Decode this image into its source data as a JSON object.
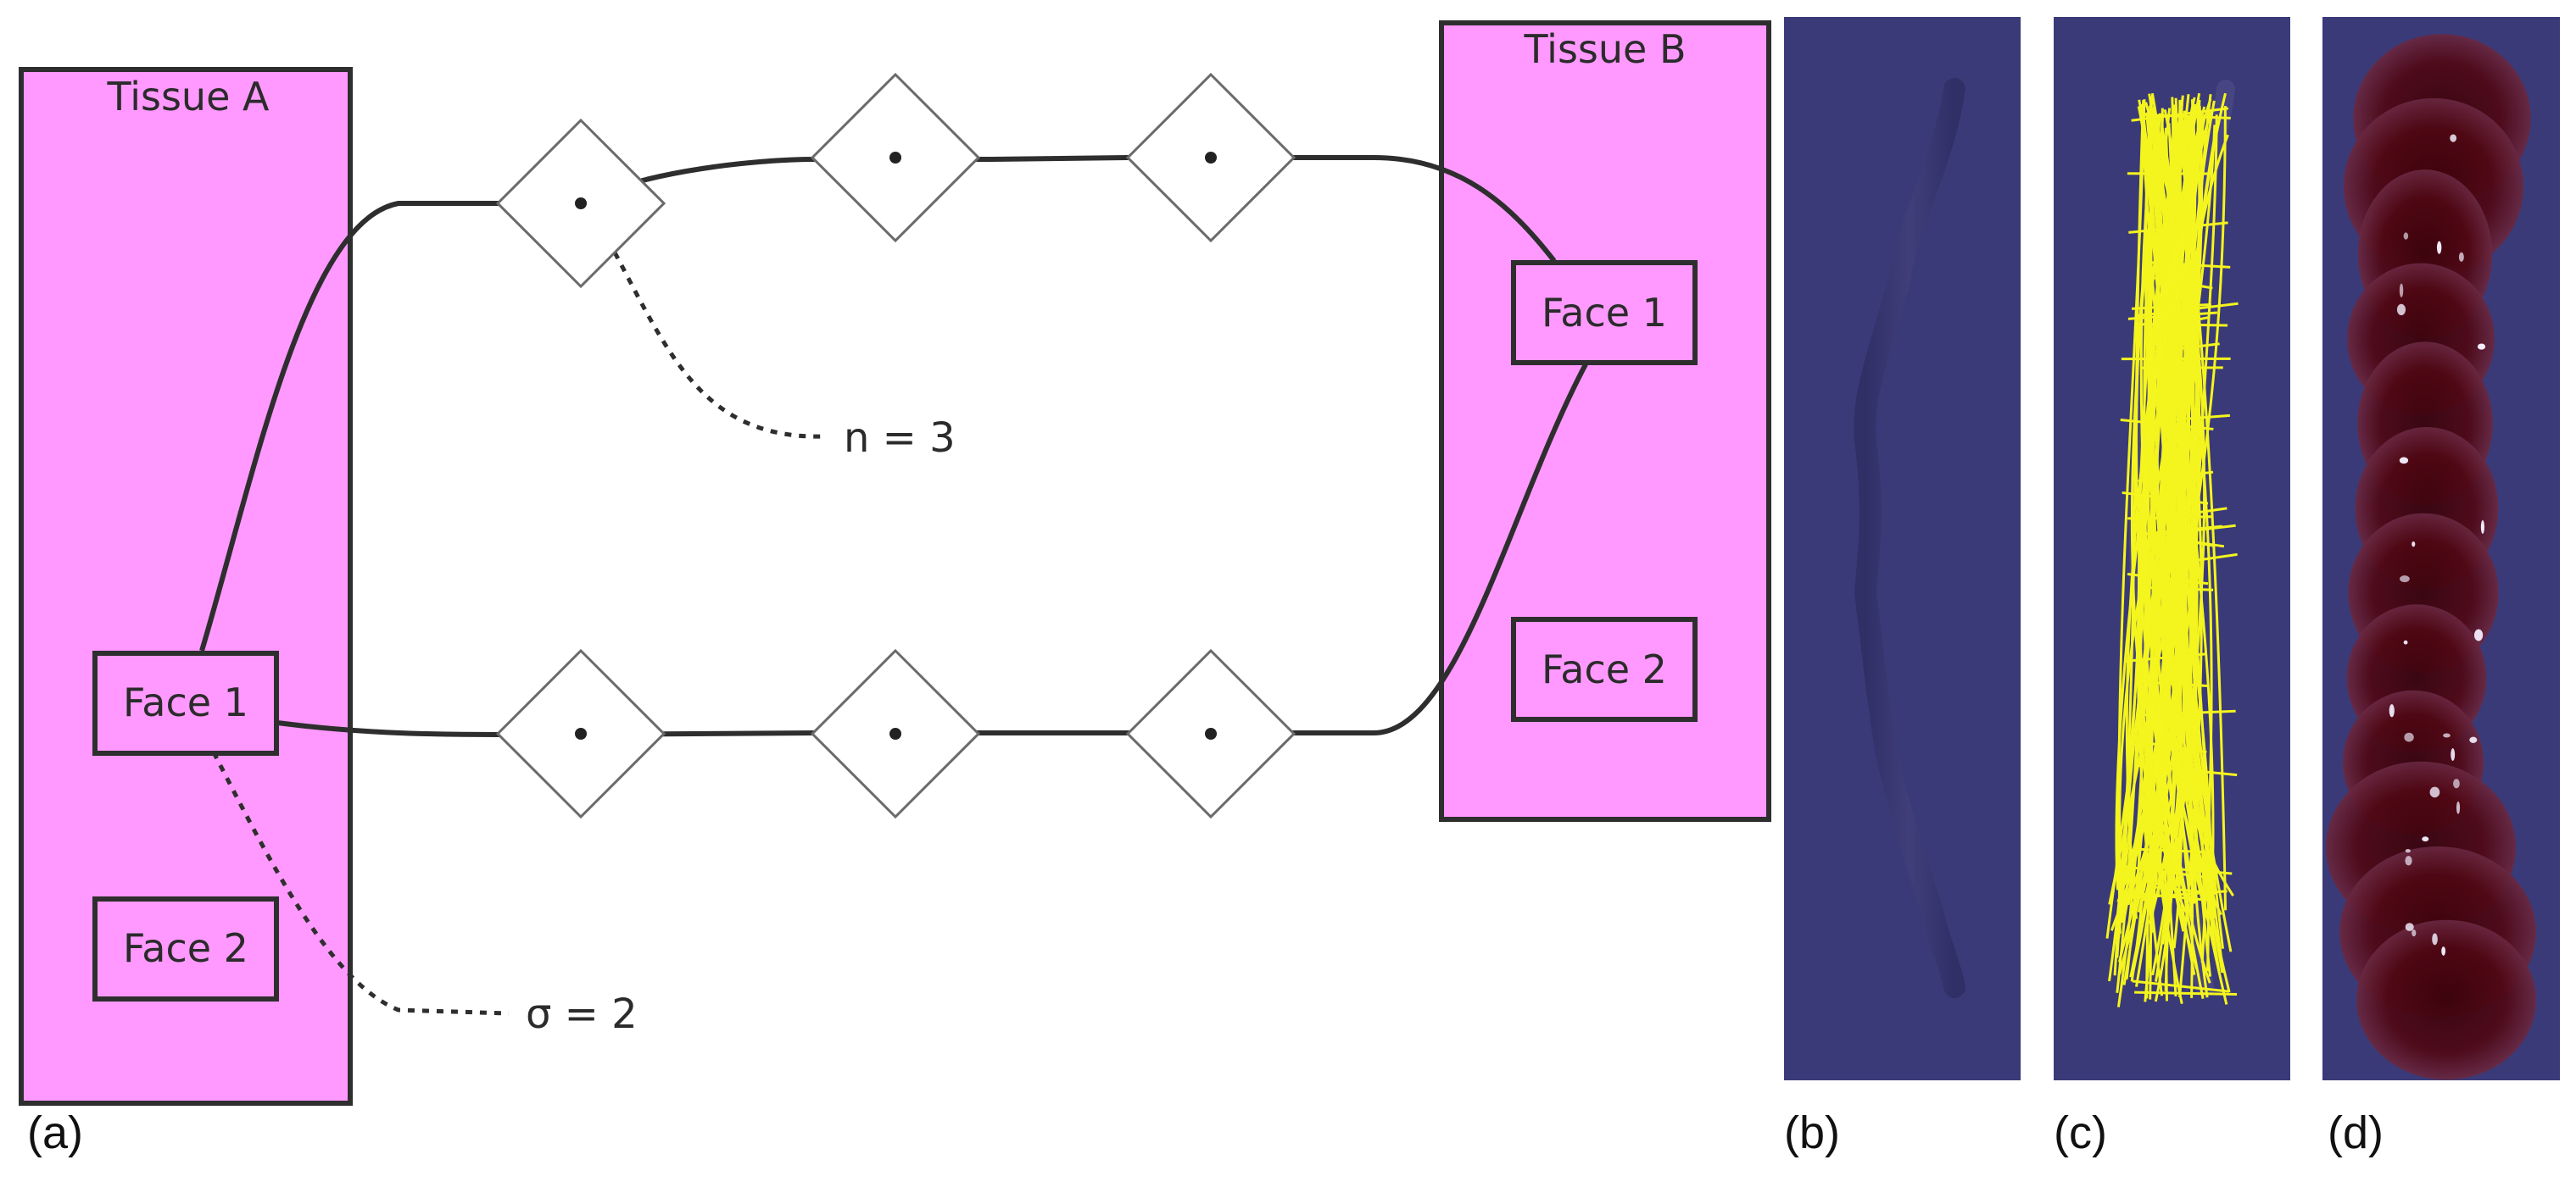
{
  "diagram": {
    "tissue_a": {
      "title": "Tissue A",
      "faces": [
        "Face 1",
        "Face 2"
      ]
    },
    "tissue_b": {
      "title": "Tissue B",
      "faces": [
        "Face 1",
        "Face 2"
      ]
    },
    "annotations": {
      "n_label": "n = 3",
      "sigma_label": "σ = 2"
    },
    "colors": {
      "tissue_fill": "#ff99ff",
      "outline": "#2e2e2e",
      "node_stroke": "#6a6a6a",
      "node_fill": "#ffffff"
    }
  },
  "panels": {
    "captions": [
      "(a)",
      "(b)",
      "(c)",
      "(d)"
    ],
    "background_color": "#3a3a78",
    "fiber_color": "#ffff1a",
    "blob_color": "#5a0712"
  }
}
